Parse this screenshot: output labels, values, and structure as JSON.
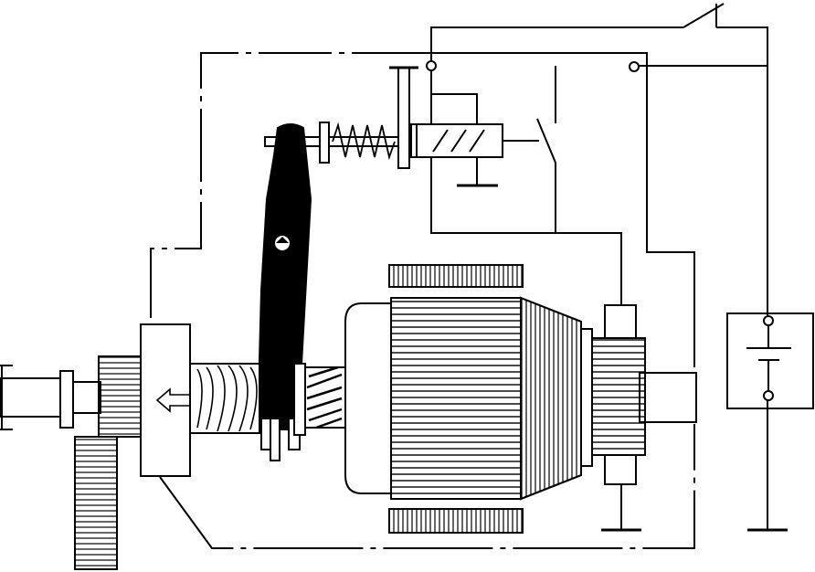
{
  "diagram": {
    "type": "schematic",
    "colors": {
      "background": "#ffffff",
      "ink": "#000000"
    },
    "components": [
      {
        "id": "drive-pinion",
        "icon": "gear-icon"
      },
      {
        "id": "flywheel-ring-gear",
        "icon": "gear-icon"
      },
      {
        "id": "overrunning-clutch",
        "icon": "clutch-icon"
      },
      {
        "id": "clutch-direction-arrow",
        "icon": "arrow-left-icon"
      },
      {
        "id": "return-spring",
        "icon": "spring-icon"
      },
      {
        "id": "shift-fork-lever",
        "icon": "lever-icon"
      },
      {
        "id": "armature-spline",
        "icon": "spline-icon"
      },
      {
        "id": "armature",
        "icon": "rotor-icon"
      },
      {
        "id": "field-poles",
        "icon": "magnet-icon"
      },
      {
        "id": "commutator",
        "icon": "commutator-icon"
      },
      {
        "id": "brushes",
        "icon": "brush-icon"
      },
      {
        "id": "solenoid",
        "icon": "solenoid-icon"
      },
      {
        "id": "plunger",
        "icon": "plunger-icon"
      },
      {
        "id": "main-switch-contact",
        "icon": "switch-icon"
      },
      {
        "id": "ignition-switch",
        "icon": "switch-icon"
      },
      {
        "id": "battery",
        "icon": "battery-icon"
      },
      {
        "id": "ground-symbols",
        "icon": "ground-icon"
      },
      {
        "id": "terminal-points",
        "icon": "terminal-icon"
      }
    ]
  }
}
